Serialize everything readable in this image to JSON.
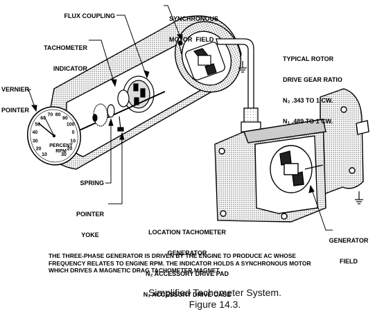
{
  "labels": {
    "flux_coupling": "FLUX COUPLING",
    "synchronous_motor_field_1": "SYNCHRONOUS",
    "synchronous_motor_field_2": "MOTOR  FIELD",
    "tachometer_indicator_1": "TACHOMETER",
    "tachometer_indicator_2": "INDICATOR",
    "vernier_pointer_1": "VERNIER-",
    "vernier_pointer_2": "POINTER",
    "spring": "SPRING",
    "pointer_yoke_1": "POINTER",
    "pointer_yoke_2": "YOKE",
    "generator_field_1": "GENERATOR",
    "generator_field_2": "FIELD"
  },
  "gear_ratio": {
    "title_1": "TYPICAL ROTOR",
    "title_2": "DRIVE GEAR RATIO",
    "n2": "N₂ .343 TO 1 CW.",
    "n1": "N₁ .489 TO 1 CW."
  },
  "location": {
    "line1": "LOCATION TACHOMETER",
    "line2": "GENERATOR",
    "line3": "N₂ ACCESSORY DRIVE PAD",
    "line4": "N₁ ACCESSORY DRIVE CASE"
  },
  "dial": {
    "numbers": [
      "10",
      "20",
      "30",
      "40",
      "50",
      "60",
      "70",
      "80",
      "90",
      "100",
      "0",
      "10",
      "20",
      "30"
    ],
    "center_text_1": "PERCENT",
    "center_text_2": "RPM"
  },
  "caption": {
    "line1": "THE THREE-PHASE GENERATOR IS DRIVEN BY THE ENGINE TO PRODUCE AC WHOSE",
    "line2": "FREQUENCY RELATES TO ENGINE RPM. THE INDICATOR HOLDS A SYNCHRONOUS MOTOR",
    "line3": "WHICH DRIVES A MAGNETIC DRAG TACHOMETER MAGNET."
  },
  "figure": {
    "title": "Simplified Tachometer System.",
    "number": "Figure 14.3."
  }
}
